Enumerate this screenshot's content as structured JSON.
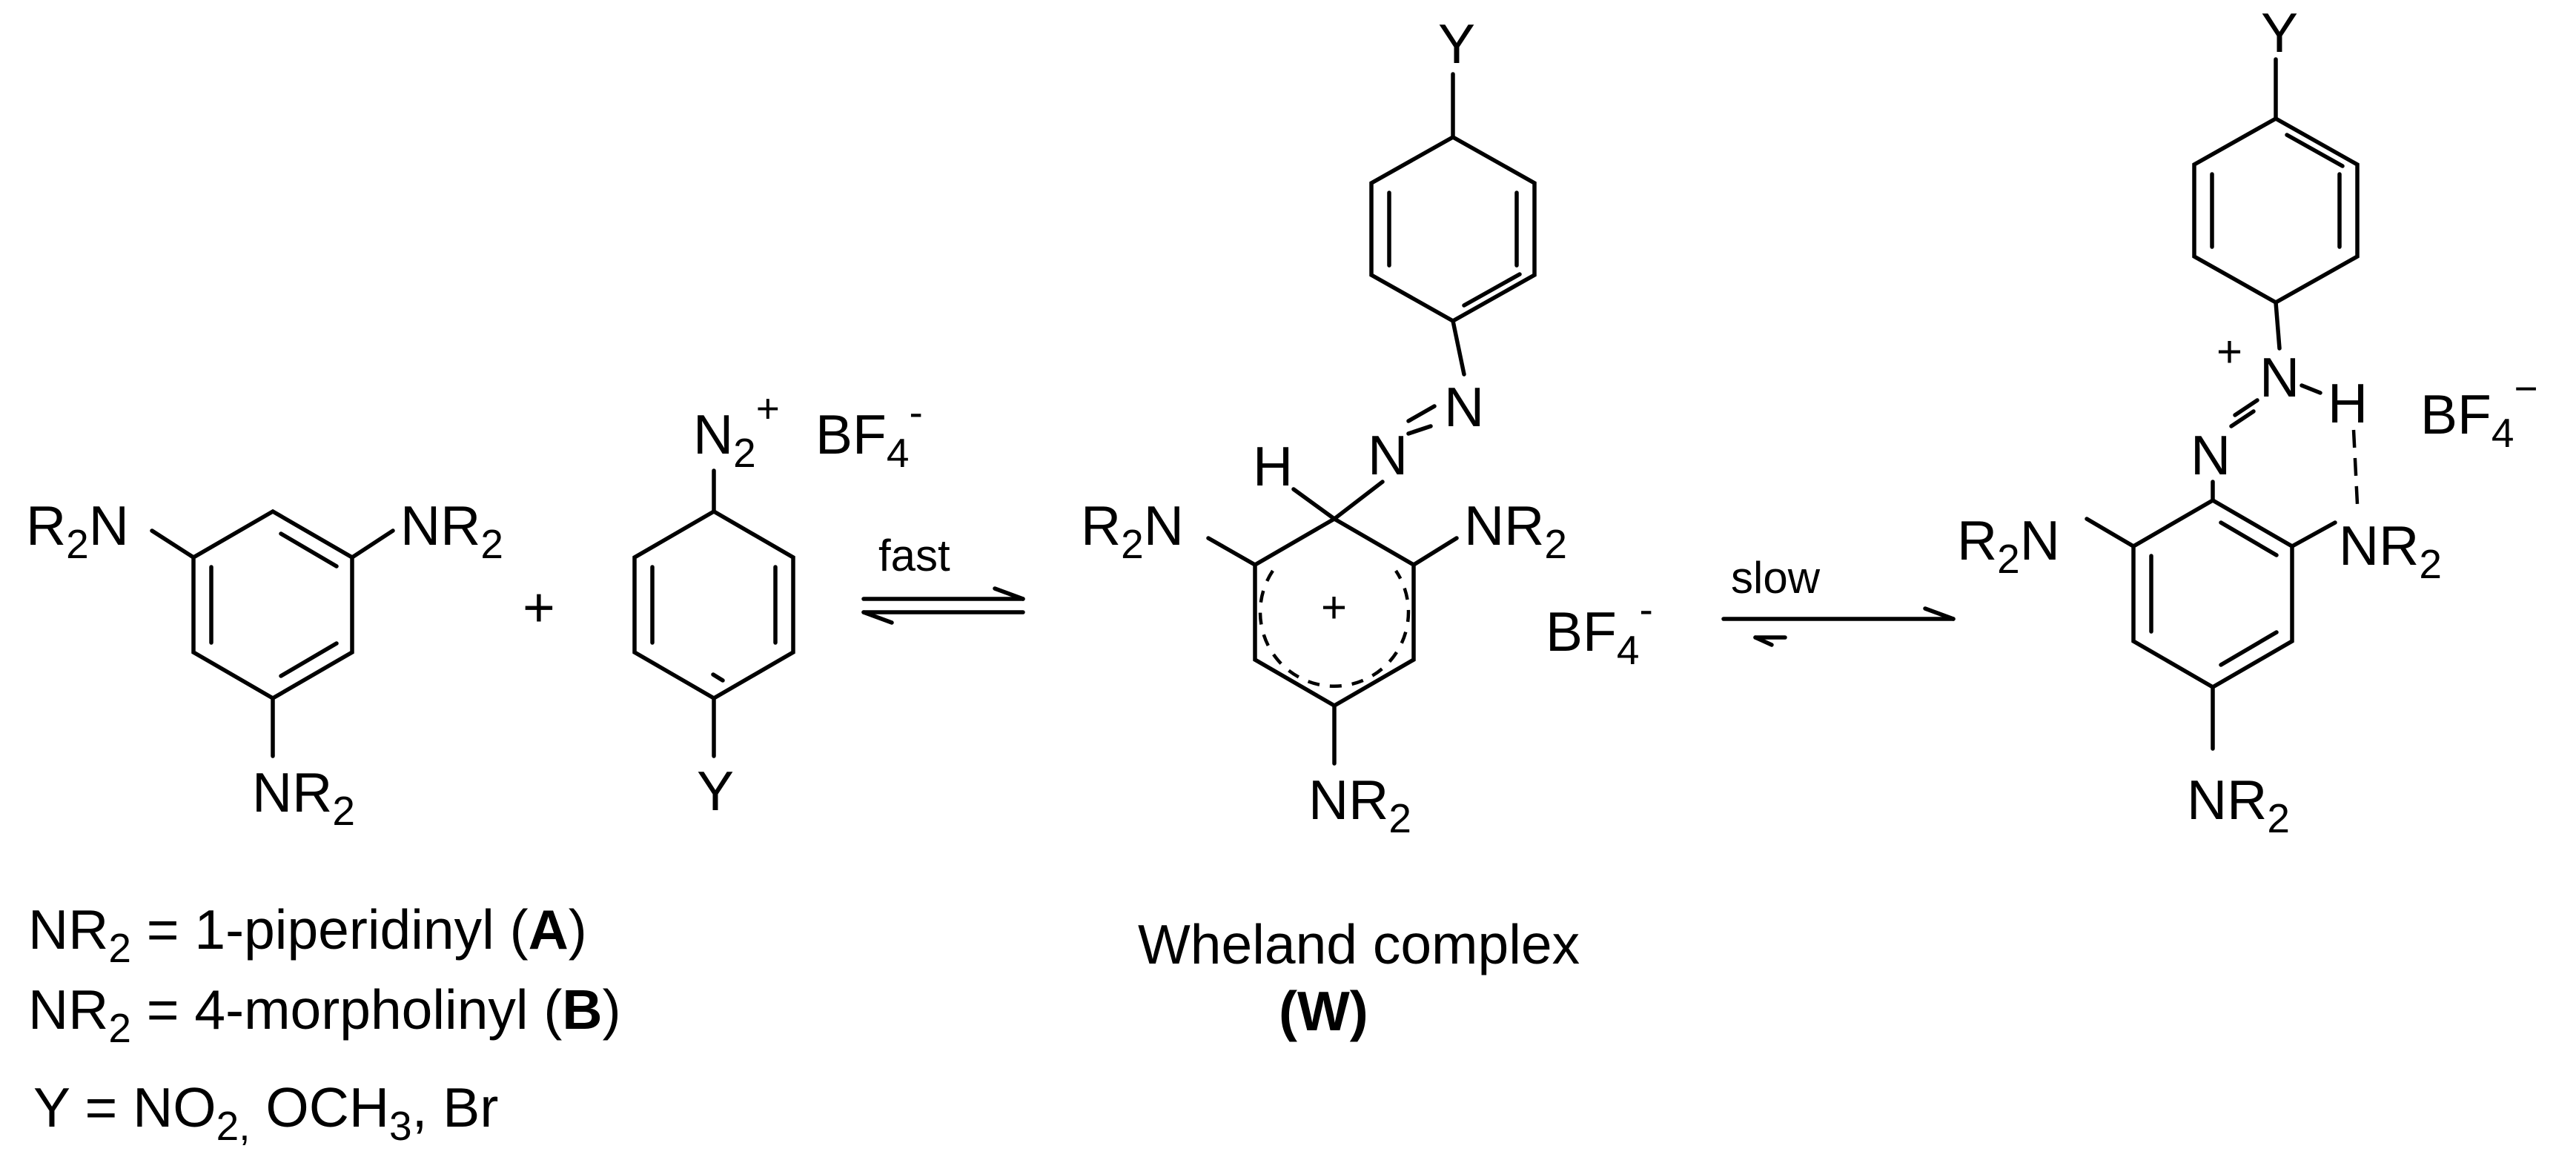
{
  "labels": {
    "r2n": "R",
    "n": "N",
    "two": "2",
    "nr2_n": "NR",
    "plus": "+",
    "minus": "-",
    "minus_long": "−",
    "y": "Y",
    "h": "H",
    "bf": "BF",
    "four": "4",
    "eq": "="
  },
  "arrows": {
    "step1": "fast",
    "step2": "slow"
  },
  "intermediate": {
    "name": "Wheland complex",
    "code": "(W)"
  },
  "legend": {
    "line1_prefix": "NR",
    "line1_text": " = 1-piperidinyl   (",
    "line1_code": "A",
    "line2_prefix": "NR",
    "line2_text": " = 4-morpholinyl (",
    "line2_code": "B",
    "close": ")",
    "line3_y": "Y = NO",
    "line3_comma": ",",
    "line3_rest": " OCH",
    "line3_sub3": "3",
    "line3_end": ", Br"
  }
}
